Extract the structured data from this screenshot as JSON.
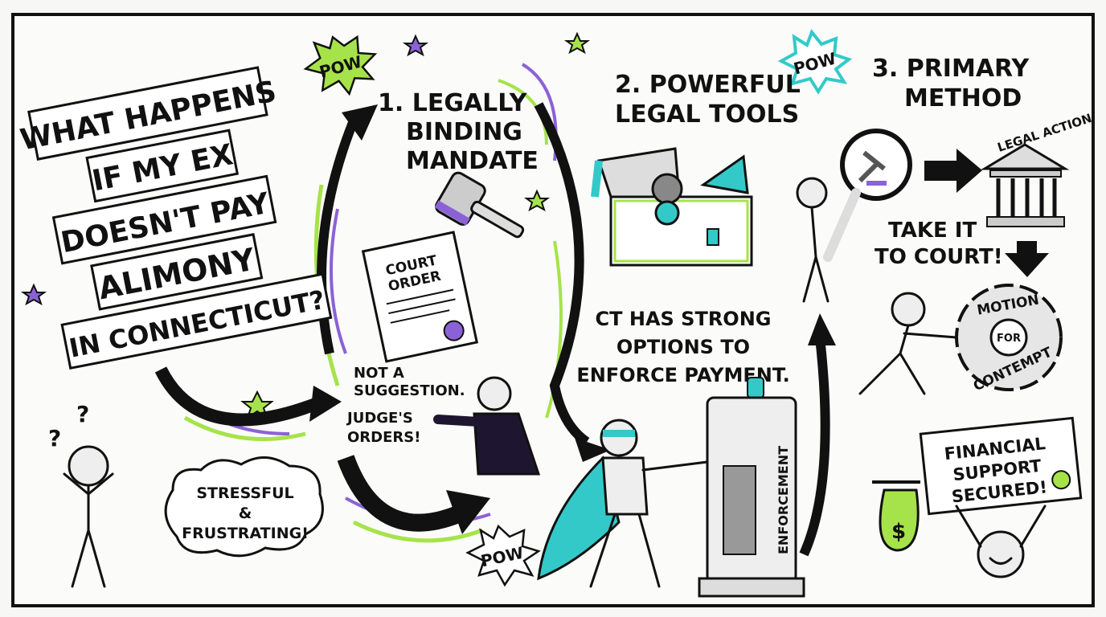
{
  "title": {
    "lines": [
      "WHAT HAPPENS",
      "IF MY EX",
      "DOESN'T PAY",
      "ALIMONY",
      "IN CONNECTICUT?"
    ]
  },
  "bursts": [
    "POW",
    "POW",
    "POW"
  ],
  "step1": {
    "lines": [
      "1. LEGALLY",
      "BINDING",
      "MANDATE"
    ],
    "doc_lines": [
      "COURT",
      "ORDER"
    ],
    "note": [
      "NOT A",
      "SUGGESTION."
    ],
    "judge": [
      "JUDGE'S",
      "ORDERS!"
    ]
  },
  "step2": {
    "lines": [
      "2. POWERFUL",
      "LEGAL TOOLS"
    ],
    "caption": [
      "CT HAS STRONG",
      "OPTIONS TO",
      "ENFORCE PAYMENT."
    ],
    "machine_label": "ENFORCEMENT"
  },
  "step3": {
    "lines": [
      "3. PRIMARY",
      "METHOD"
    ],
    "courthouse_label": "LEGAL ACTION",
    "take": [
      "TAKE IT",
      "TO COURT!"
    ],
    "gear": [
      "MOTION",
      "FOR",
      "CONTEMPT"
    ]
  },
  "stress": {
    "lines": [
      "STRESSFUL",
      "&",
      "FRUSTRATING!"
    ],
    "marks": "?"
  },
  "result": {
    "lines": [
      "FINANCIAL",
      "SUPPORT",
      "SECURED!"
    ],
    "money": "$"
  },
  "colors": {
    "green": "#a6e34a",
    "purple": "#8b62d6",
    "teal": "#34c9c9",
    "ink": "#111111",
    "paper": "#f7f7f6"
  }
}
